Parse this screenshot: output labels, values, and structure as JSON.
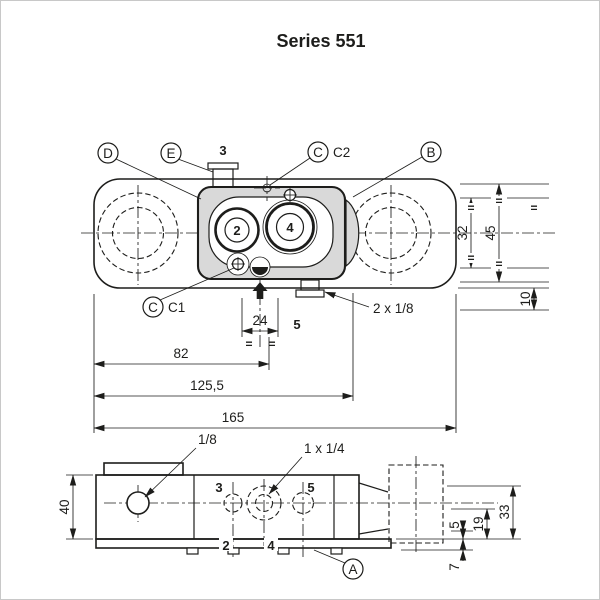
{
  "title": "Series 551",
  "eq": "=",
  "colors": {
    "line": "#1d1d1b",
    "shade": "#d9d9d9",
    "background": "#ffffff"
  },
  "top_view": {
    "callouts": {
      "D": "D",
      "E": "E",
      "C": "C",
      "B": "B",
      "c1": "C1",
      "c2": "C2"
    },
    "ports": {
      "p2": "2",
      "p3": "3",
      "p4": "4",
      "p5": "5"
    },
    "thread_label": "2 x 1/8",
    "dims": {
      "width_24": "24",
      "width_82": "82",
      "width_125_5": "125,5",
      "width_165": "165",
      "height_32": "32",
      "height_45": "45",
      "height_10": "10"
    }
  },
  "side_view": {
    "callouts": {
      "A": "A"
    },
    "ports": {
      "p2": "2",
      "p3": "3",
      "p4": "4",
      "p5": "5"
    },
    "thread_label_small": "1/8",
    "thread_label_large": "1 x 1/4",
    "dims": {
      "height_40": "40",
      "height_5": "5",
      "height_19": "19",
      "height_33": "33",
      "height_7": "7"
    }
  }
}
